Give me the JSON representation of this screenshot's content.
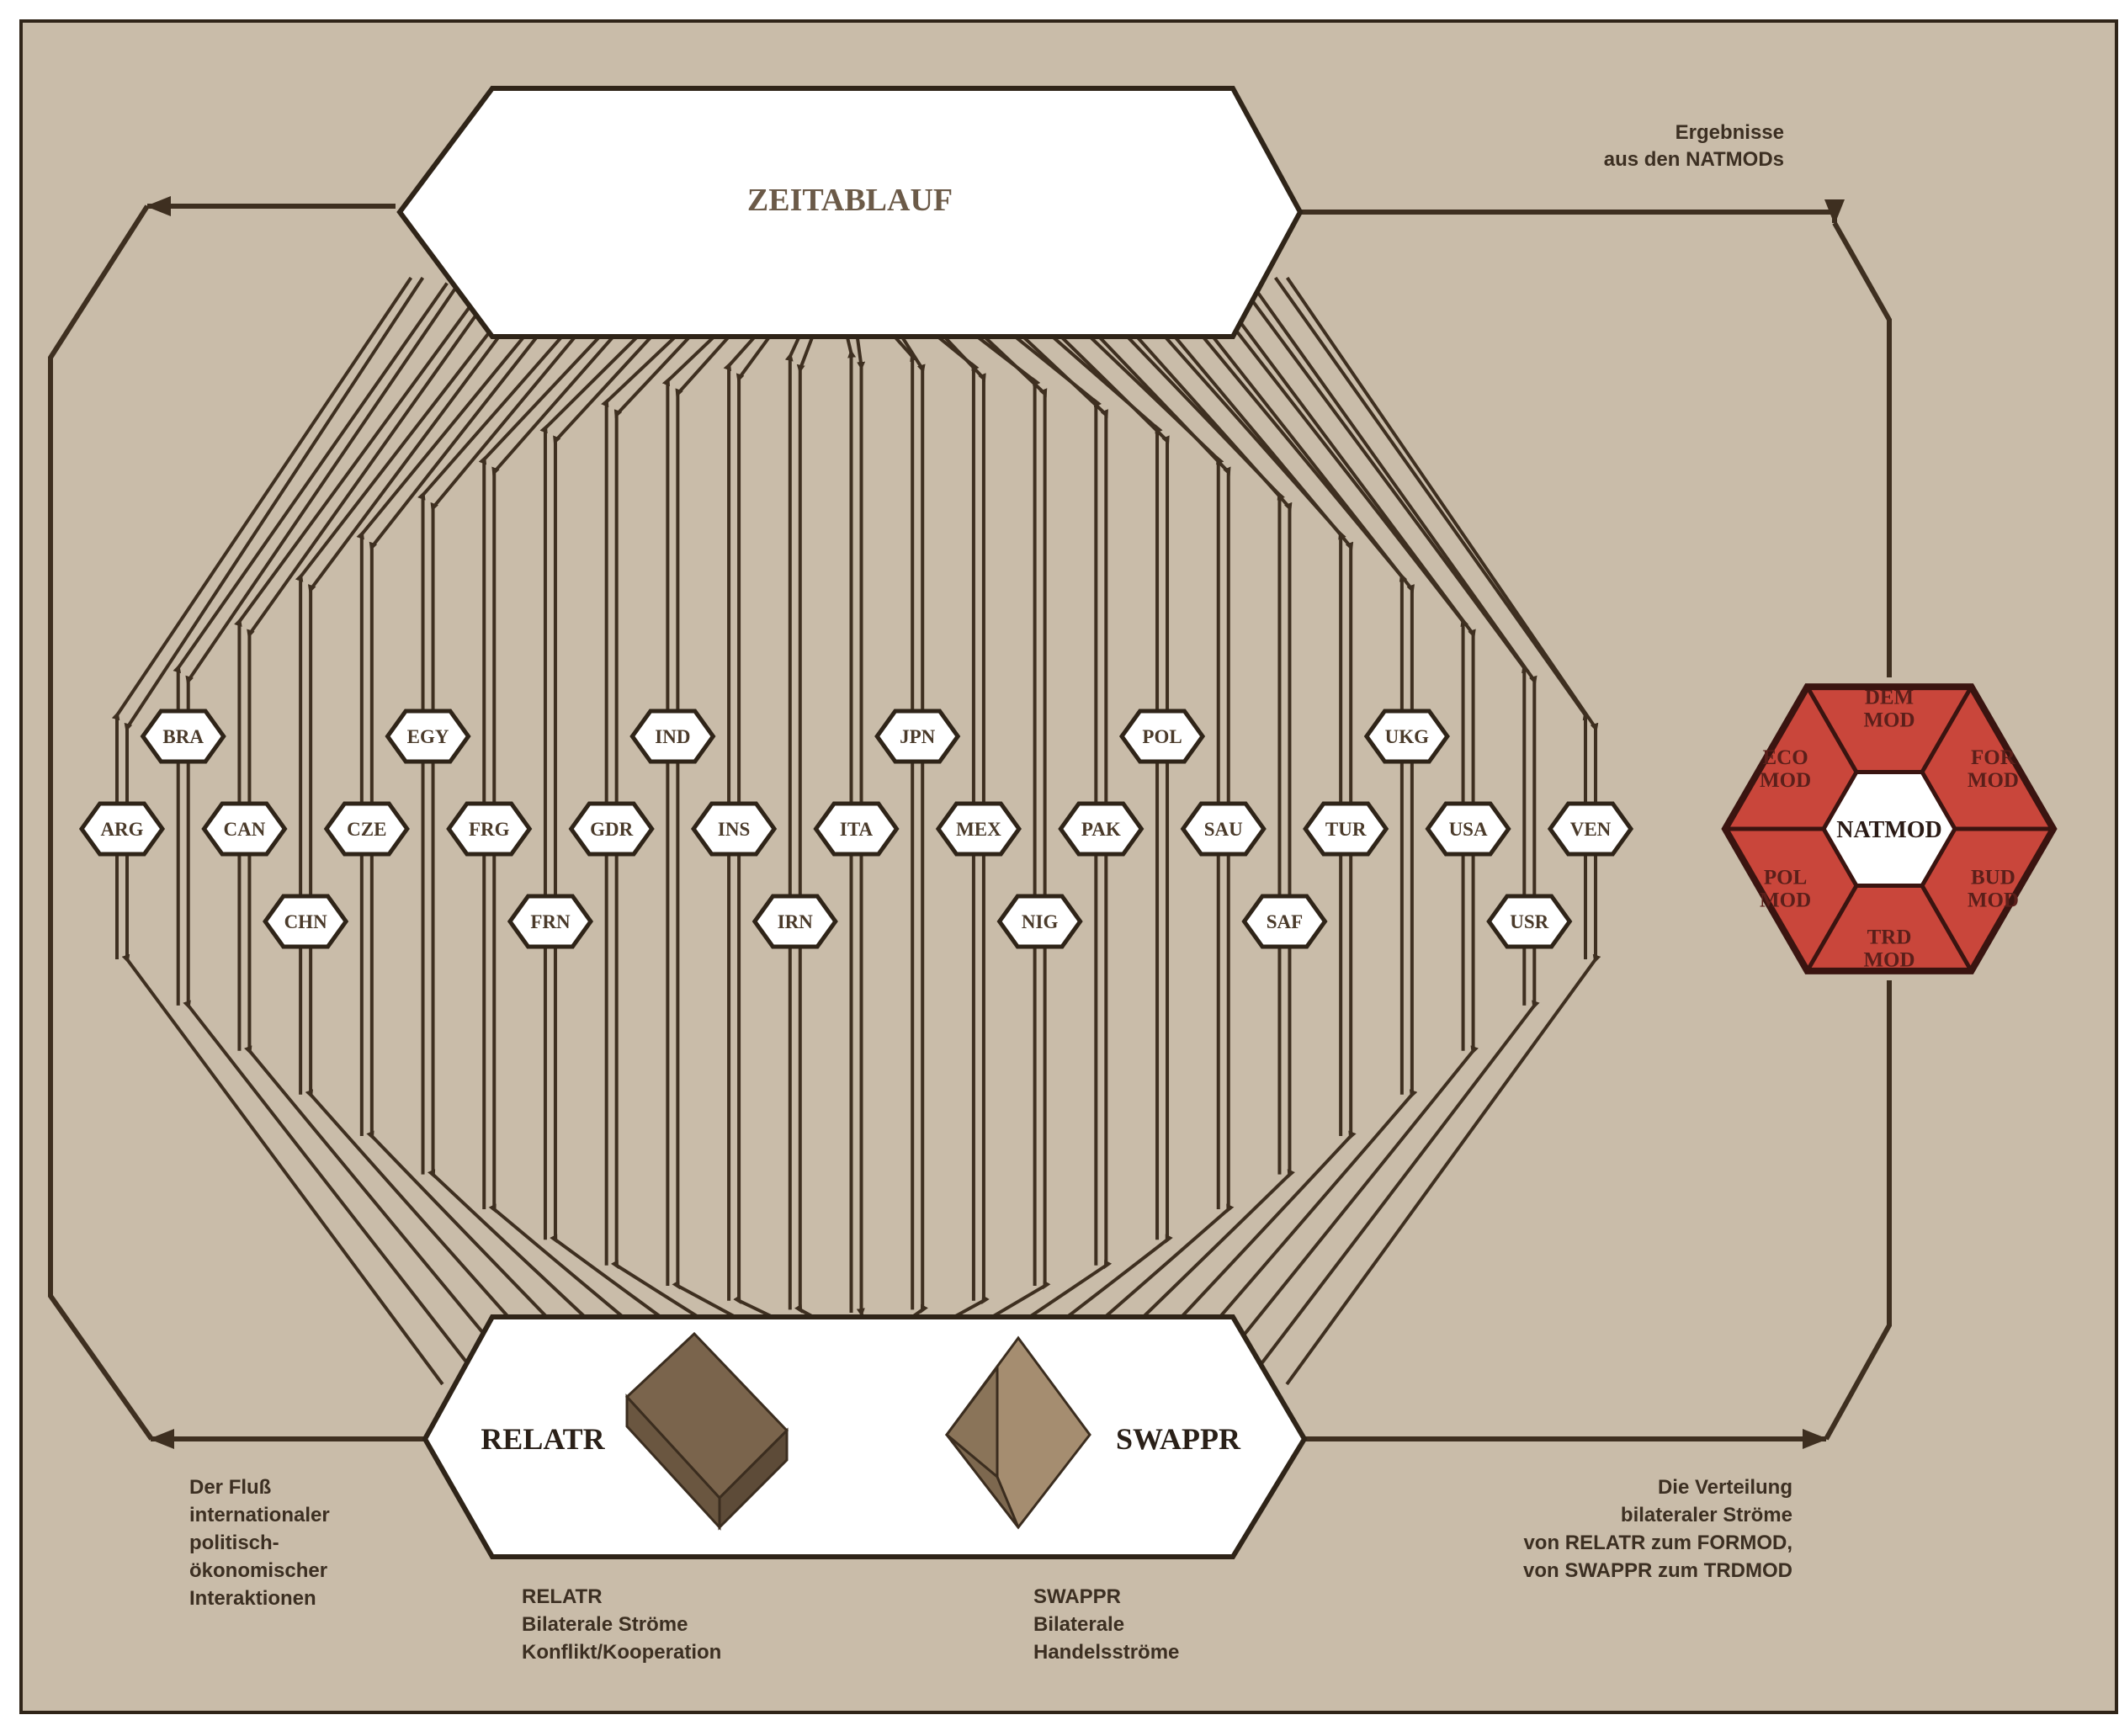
{
  "diagram": {
    "title": "ZEITABLAUF",
    "relatr_label": "RELATR",
    "swappr_label": "SWAPPR",
    "natmod_center": "NATMOD",
    "natmod_segments": [
      [
        "DEM",
        "MOD"
      ],
      [
        "FOR",
        "MOD"
      ],
      [
        "BUD",
        "MOD"
      ],
      [
        "TRD",
        "MOD"
      ],
      [
        "POL",
        "MOD"
      ],
      [
        "ECO",
        "MOD"
      ]
    ],
    "countries": [
      "ARG",
      "BRA",
      "CAN",
      "CHN",
      "CZE",
      "EGY",
      "FRG",
      "FRN",
      "GDR",
      "IND",
      "INS",
      "IRN",
      "ITA",
      "JPN",
      "MEX",
      "NIG",
      "PAK",
      "POL",
      "SAU",
      "SAF",
      "TUR",
      "UKG",
      "USA",
      "USR",
      "VEN"
    ],
    "notes": {
      "top_right": [
        "Ergebnisse",
        "aus den NATMODs"
      ],
      "bottom_left": [
        "Der Fluß",
        "internationaler",
        "politisch-",
        "ökonomischer",
        "Interaktionen"
      ],
      "relatr_caption": [
        "RELATR",
        "Bilaterale Ströme",
        "Konflikt/Kooperation"
      ],
      "swappr_caption": [
        "SWAPPR",
        "Bilaterale",
        "Handelsströme"
      ],
      "bottom_right": [
        "Die Verteilung",
        "bilateraler Ströme",
        "von RELATR zum FORMOD,",
        "von SWAPPR zum TRDMOD"
      ]
    },
    "colors": {
      "background": "#c9bca9",
      "line": "#3e2f20",
      "natmod_red": "#c9463b",
      "cube_dark": "#7a644c",
      "cube_light": "#9c8468"
    }
  }
}
